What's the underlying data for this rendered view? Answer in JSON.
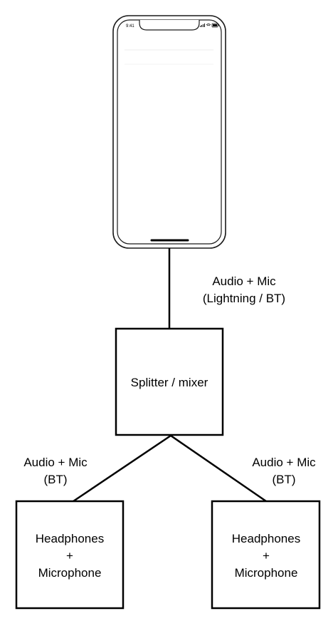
{
  "phone": {
    "status_time": "9:41"
  },
  "connections": {
    "phone_to_splitter": {
      "line1": "Audio + Mic",
      "line2": "(Lightning / BT)"
    },
    "splitter_to_left": {
      "line1": "Audio + Mic",
      "line2": "(BT)"
    },
    "splitter_to_right": {
      "line1": "Audio + Mic",
      "line2": "(BT)"
    }
  },
  "nodes": {
    "splitter": {
      "label": "Splitter / mixer"
    },
    "headset_left": {
      "line1": "Headphones",
      "line2": "+",
      "line3": "Microphone"
    },
    "headset_right": {
      "line1": "Headphones",
      "line2": "+",
      "line3": "Microphone"
    }
  }
}
